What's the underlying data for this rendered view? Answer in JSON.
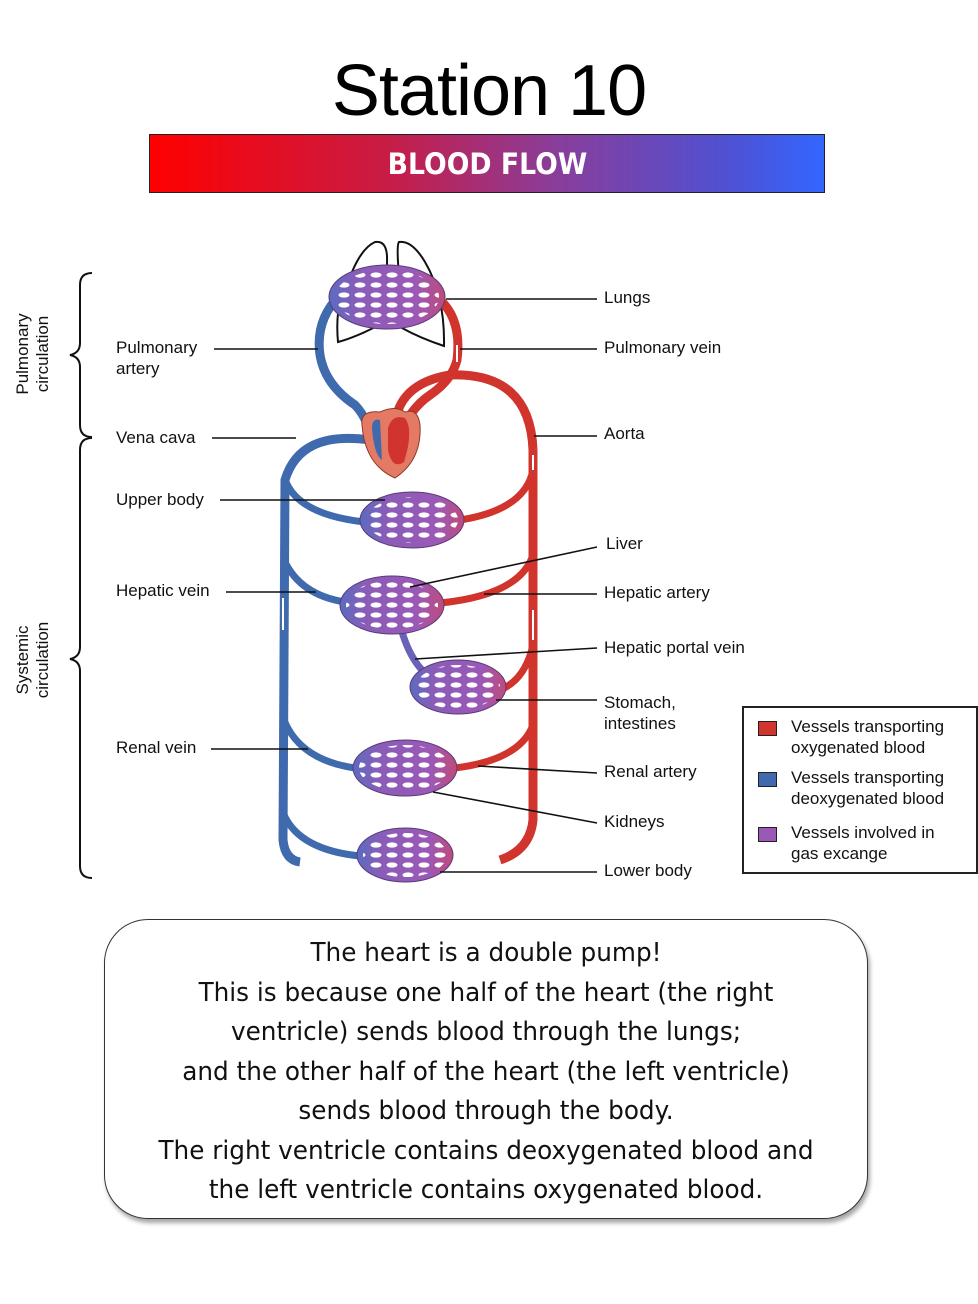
{
  "title": "Station 10",
  "banner": "BLOOD FLOW",
  "diagram": {
    "brackets": {
      "pulmonary": "Pulmonary\ncirculation",
      "pulmonary_line1": "Pulmonary",
      "pulmonary_line2": "circulation",
      "systemic_line1": "Systemic",
      "systemic_line2": "circulation"
    },
    "left_labels": {
      "pulmonary_artery_1": "Pulmonary",
      "pulmonary_artery_2": "artery",
      "vena_cava": "Vena cava",
      "upper_body": "Upper body",
      "hepatic_vein": "Hepatic vein",
      "renal_vein": "Renal vein"
    },
    "right_labels": {
      "lungs": "Lungs",
      "pulmonary_vein": "Pulmonary vein",
      "aorta": "Aorta",
      "liver": "Liver",
      "hepatic_artery": "Hepatic artery",
      "hepatic_portal_vein": "Hepatic portal vein",
      "stomach_1": "Stomach,",
      "stomach_2": "intestines",
      "renal_artery": "Renal artery",
      "kidneys": "Kidneys",
      "lower_body": "Lower body"
    },
    "colors": {
      "oxygenated": "#d0342c",
      "deoxygenated": "#3f6aad",
      "gas_exchange": "#9b59b6",
      "heart_tissue": "#e57a64"
    }
  },
  "legend": {
    "items": [
      {
        "line1": "Vessels transporting",
        "line2": "oxygenated blood",
        "color": "#d0342c"
      },
      {
        "line1": "Vessels transporting",
        "line2": "deoxygenated blood",
        "color": "#3f6aad"
      },
      {
        "line1": "Vessels involved in",
        "line2": "gas excange",
        "color": "#9b59b6"
      }
    ]
  },
  "note": {
    "lines": [
      "The heart is a double pump!",
      "This is because one half of the heart (the right",
      "ventricle) sends blood through the lungs;",
      "and the other half of the heart (the left ventricle)",
      "sends blood through the body.",
      "The right ventricle contains deoxygenated blood and",
      "the left ventricle contains oxygenated blood."
    ]
  }
}
